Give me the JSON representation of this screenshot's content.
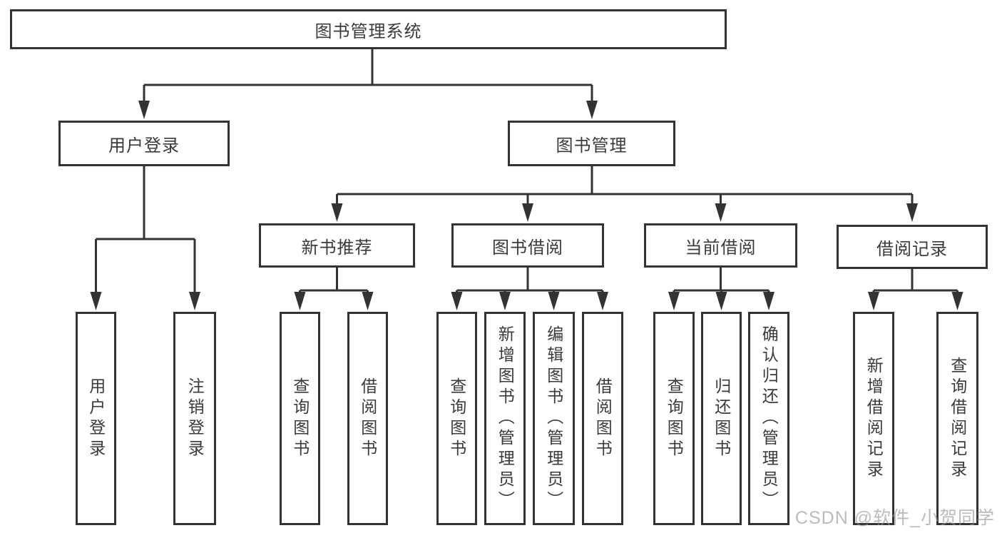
{
  "diagram": {
    "tree": {
      "root": {
        "label": "图书管理系统"
      },
      "level2": [
        {
          "label": "用户登录",
          "children": [
            {
              "label": "用户登录"
            },
            {
              "label": "注销登录"
            }
          ]
        },
        {
          "label": "图书管理",
          "children": [
            {
              "label": "新书推荐",
              "children": [
                {
                  "label": "查询图书"
                },
                {
                  "label": "借阅图书"
                }
              ]
            },
            {
              "label": "图书借阅",
              "children": [
                {
                  "label": "查询图书"
                },
                {
                  "label": "新增图书（管理员）"
                },
                {
                  "label": "编辑图书（管理员）"
                },
                {
                  "label": "借阅图书"
                }
              ]
            },
            {
              "label": "当前借阅",
              "children": [
                {
                  "label": "查询图书"
                },
                {
                  "label": "归还图书"
                },
                {
                  "label": "确认归还（管理员）"
                }
              ]
            },
            {
              "label": "借阅记录",
              "children": [
                {
                  "label": "新增借阅记录"
                },
                {
                  "label": "查询借阅记录"
                }
              ]
            }
          ]
        }
      ]
    },
    "colors": {
      "line": "#333333",
      "box_border": "#333333",
      "text": "#3a3a3a",
      "box_background": "#ffffff",
      "watermark": "#919191"
    }
  },
  "watermark": {
    "text": "CSDN @软件_小贺同学"
  }
}
